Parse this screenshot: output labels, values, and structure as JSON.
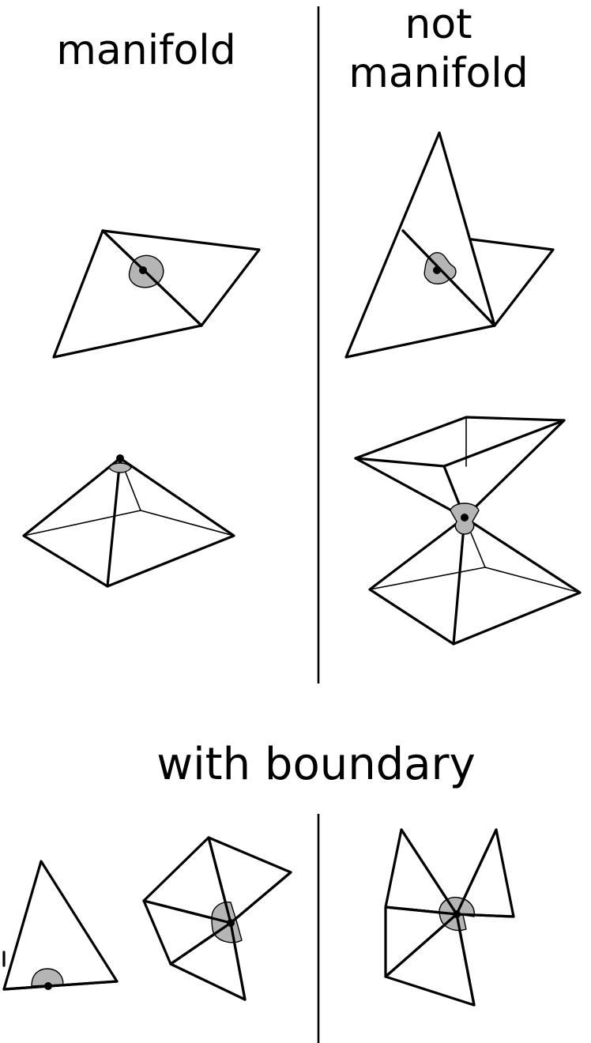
{
  "labels": {
    "manifold": "manifold",
    "not_manifold_line1": "not",
    "not_manifold_line2": "manifold",
    "with_boundary": "with boundary"
  },
  "colors": {
    "stroke": "#000000",
    "neighborhood_fill": "#b5b5b5",
    "background": "#ffffff"
  }
}
